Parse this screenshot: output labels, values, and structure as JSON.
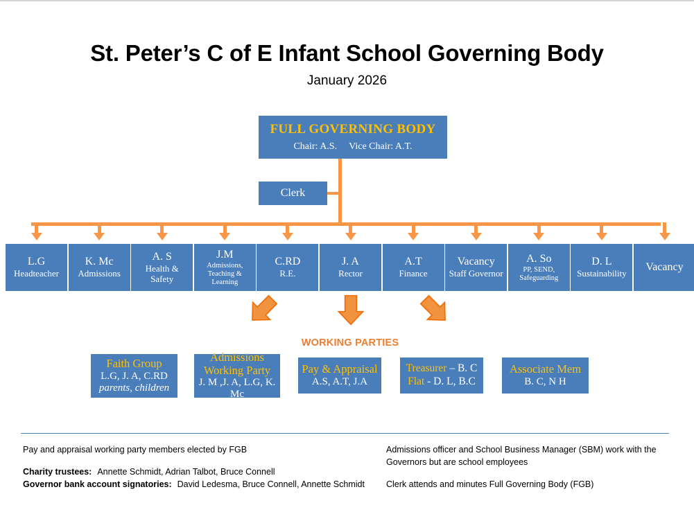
{
  "header": {
    "title": "St. Peter’s C of E Infant School Governing Body",
    "subtitle": "January 2026"
  },
  "full_governing_body": {
    "title": "FULL GOVERNING BODY",
    "chair": "Chair: A.S.",
    "vice_chair": "Vice Chair: A.T."
  },
  "clerk": {
    "label": "Clerk"
  },
  "governors": [
    {
      "name": "L.G",
      "role": "Headteacher"
    },
    {
      "name": "K. Mc",
      "role": "Admissions"
    },
    {
      "name": "A. S",
      "role": "Health & Safety"
    },
    {
      "name": "J.M",
      "role": "Admissions, Teaching & Learning"
    },
    {
      "name": "C.RD",
      "role": "R.E."
    },
    {
      "name": "J. A",
      "role": "Rector"
    },
    {
      "name": "A.T",
      "role": "Finance"
    },
    {
      "name": "Vacancy",
      "role": "Staff Governor"
    },
    {
      "name": "A. So",
      "role": "PP, SEND, Safeguarding"
    },
    {
      "name": "D. L",
      "role": "Sustainability"
    },
    {
      "name": "Vacancy",
      "role": ""
    }
  ],
  "working_parties_label": "WORKING PARTIES",
  "working_parties": [
    {
      "title": "Faith Group",
      "members": "L.G, J. A, C.RD",
      "note": "parents, children"
    },
    {
      "title": "Admissions Working Party",
      "members": "J. M ,J. A, L.G, K. Mc",
      "note": ""
    },
    {
      "title": "Pay & Appraisal",
      "members": "A.S, A.T, J.A",
      "note": ""
    },
    {
      "line1_label": "Treasurer",
      "line1_value": " – B. C",
      "line2_label": "Flat",
      "line2_value": " - D. L,  B.C"
    },
    {
      "title": "Associate Mem",
      "members": "B. C,  N H",
      "note": ""
    }
  ],
  "footer": {
    "left": {
      "line1": "Pay and appraisal working party members elected by FGB",
      "trustees_label": "Charity trustees:",
      "trustees_value": "Annette Schmidt, Adrian Talbot, Bruce Connell",
      "signatories_label": "Governor bank account signatories:",
      "signatories_value": "David Ledesma, Bruce Connell, Annette Schmidt"
    },
    "right": {
      "line1": "Admissions officer and School Business Manager (SBM) work with the Governors but are school employees",
      "line2": "Clerk attends and minutes Full Governing Body (FGB)"
    }
  },
  "colors": {
    "box_blue": "#4a7ebb",
    "accent_gold": "#ffc000",
    "connector_orange": "#f79646",
    "label_orange": "#ed7d31"
  }
}
